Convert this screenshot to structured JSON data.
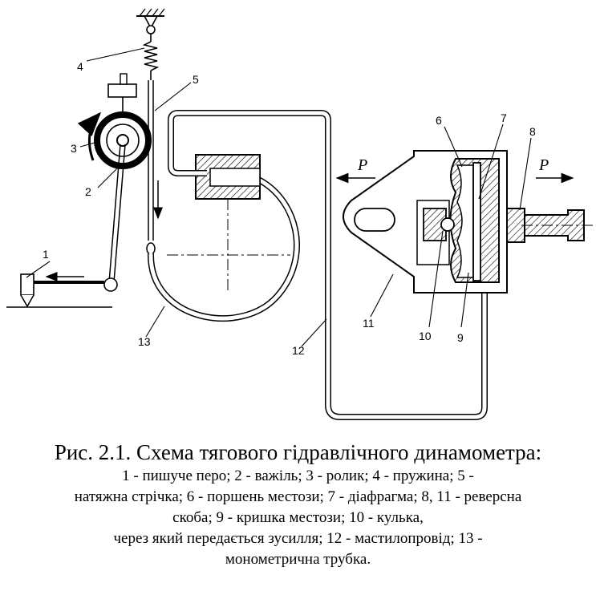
{
  "figure": {
    "labels": {
      "l1": "1",
      "l2": "2",
      "l3": "3",
      "l4": "4",
      "l5": "5",
      "l6": "6",
      "l7": "7",
      "l8": "8",
      "l9": "9",
      "l10": "10",
      "l11": "11",
      "l12": "12",
      "l13": "13"
    },
    "force_left": "P",
    "force_right": "P"
  },
  "caption": {
    "title": "Рис. 2.1. Схема тягового гідравлічного динамометра:",
    "lines": [
      "1 - пишуче перо; 2 - важіль; 3 - ролик; 4 - пружина; 5 -",
      "натяжна стрічка; 6 - поршень местози; 7 - діафрагма; 8, 11 - реверсна",
      "скоба; 9 - кришка местози; 10 - кулька,",
      "через який передається зусилля; 12 - мастилопровід; 13 -",
      "монометрична трубка."
    ]
  }
}
